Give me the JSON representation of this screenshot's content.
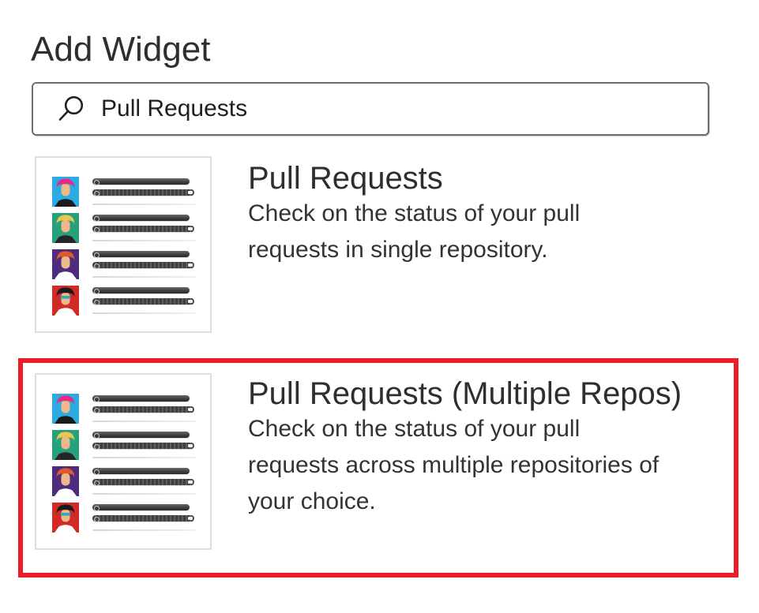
{
  "page": {
    "title": "Add Widget"
  },
  "search": {
    "value": "Pull Requests",
    "icon": "search-icon"
  },
  "widgets": [
    {
      "title": "Pull Requests",
      "description": "Check on the status of your pull requests in single repository.",
      "selected": false
    },
    {
      "title": "Pull Requests (Multiple Repos)",
      "description": "Check on the status of your pull requests across multiple repositories of your choice.",
      "selected": true
    }
  ],
  "thumbnail": {
    "rows": 4,
    "avatars": [
      {
        "bg": "#2babe2",
        "hair": "#e62b87",
        "skin": "#edb98a",
        "body": "#1b1b1b",
        "accent": "transparent"
      },
      {
        "bg": "#26a17c",
        "hair": "#e8c64f",
        "skin": "#edb98a",
        "body": "#262626",
        "accent": "transparent"
      },
      {
        "bg": "#4d2c7e",
        "hair": "#e0592b",
        "skin": "#edb98a",
        "body": "#ffffff",
        "accent": "transparent"
      },
      {
        "bg": "#d02b27",
        "hair": "#1a1a1a",
        "skin": "#edb98a",
        "body": "#ffffff",
        "accent": "#2fa8c2"
      }
    ]
  },
  "colors": {
    "highlight": "#e81e28",
    "title_text": "#2e2e2e",
    "body_text": "#333333",
    "search_border": "#6e6e6e",
    "thumb_border": "#dedede",
    "bar": "#3f3f3f",
    "separator": "#e6e6e6"
  }
}
